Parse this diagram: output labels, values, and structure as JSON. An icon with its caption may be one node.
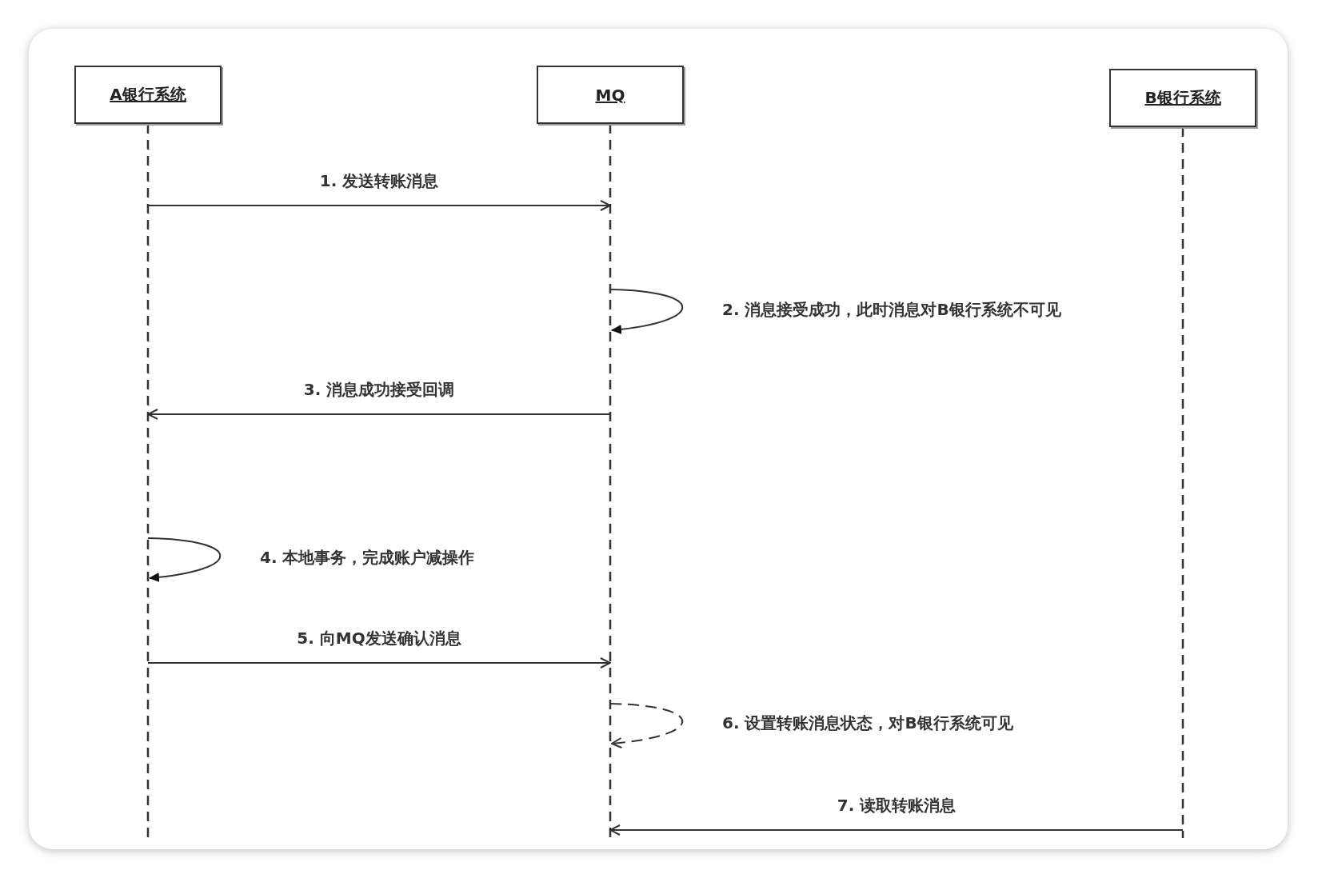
{
  "diagram": {
    "nodes": [
      {
        "text": [
          "A银行系统"
        ]
      },
      {
        "text": [
          "MQ"
        ]
      },
      {
        "text": [
          "B银行系统"
        ]
      }
    ],
    "edges": [
      {
        "from": 0,
        "to": 1,
        "arrow": "to",
        "label": "1. 发送转账消息"
      },
      {
        "from": 1,
        "to": 1,
        "arrow": "to",
        "label": "2. 消息接受成功，此时消息对B银行系统不可见"
      },
      {
        "from": 1,
        "to": 0,
        "arrow": "to",
        "label": "3. 消息成功接受回调"
      },
      {
        "from": 0,
        "to": 0,
        "arrow": "to",
        "label": "4. 本地事务，完成账户减操作"
      },
      {
        "from": 0,
        "to": 1,
        "arrow": "to",
        "label": "5. 向MQ发送确认消息"
      },
      {
        "from": 1,
        "to": 1,
        "arrow": "to",
        "label": "6. 设置转账消息状态，对B银行系统可见",
        "style": "dashed"
      },
      {
        "from": 2,
        "to": 1,
        "arrow": "to",
        "label": "7. 读取转账消息"
      }
    ]
  }
}
